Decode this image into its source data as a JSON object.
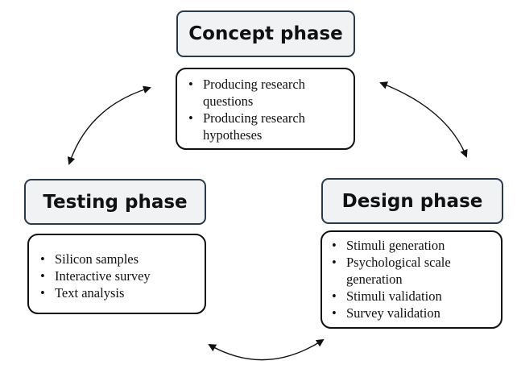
{
  "phases": {
    "concept": {
      "title": "Concept phase",
      "items": [
        "Producing research questions",
        "Producing research hypotheses"
      ]
    },
    "design": {
      "title": "Design phase",
      "items": [
        "Stimuli generation",
        "Psychological scale generation",
        "Stimuli validation",
        "Survey validation"
      ]
    },
    "testing": {
      "title": "Testing phase",
      "items": [
        "Silicon samples",
        "Interactive survey",
        "Text analysis"
      ]
    }
  },
  "colors": {
    "title_fill": "#f1f2f4",
    "title_border": "#2b3a4a",
    "line": "#111111"
  }
}
